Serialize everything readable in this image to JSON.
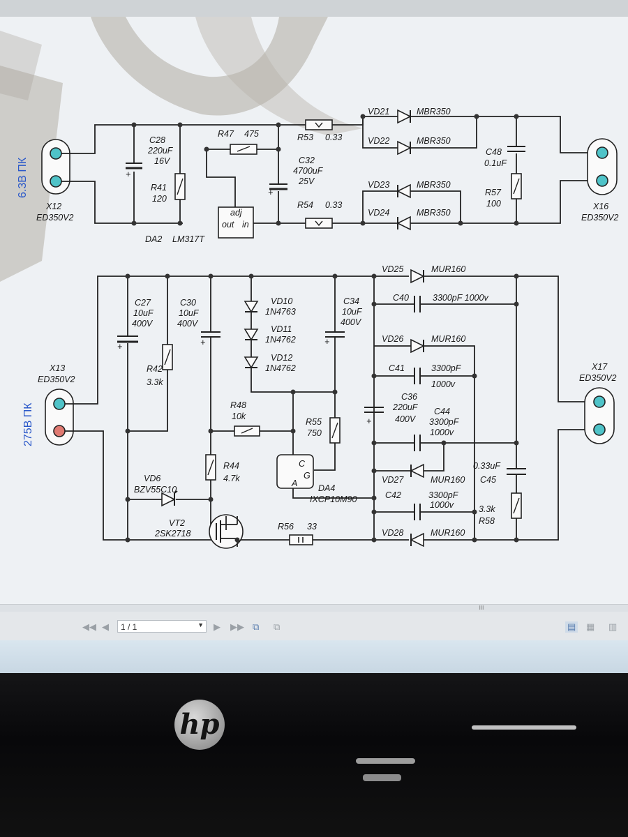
{
  "schematic": {
    "side_labels": {
      "upper": "6.3В ПК",
      "lower": "275В ПК"
    },
    "upper_section": {
      "connectors": [
        {
          "ref": "X12",
          "part": "ED350V2"
        },
        {
          "ref": "X16",
          "part": "ED350V2"
        }
      ],
      "capacitors": [
        {
          "ref": "C28",
          "lines": [
            "220uF",
            "16V"
          ]
        },
        {
          "ref": "C32",
          "lines": [
            "4700uF",
            "25V"
          ]
        },
        {
          "ref": "C48",
          "lines": [
            "0.1uF"
          ]
        }
      ],
      "resistors": [
        {
          "ref": "R41",
          "value": "120"
        },
        {
          "ref": "R47",
          "value": "475"
        },
        {
          "ref": "R53",
          "value": "0.33"
        },
        {
          "ref": "R54",
          "value": "0.33"
        },
        {
          "ref": "R57",
          "value": "100"
        }
      ],
      "diodes": [
        {
          "ref": "VD21",
          "part": "MBR350"
        },
        {
          "ref": "VD22",
          "part": "MBR350"
        },
        {
          "ref": "VD23",
          "part": "MBR350"
        },
        {
          "ref": "VD24",
          "part": "MBR350"
        }
      ],
      "regulator": {
        "ref": "DA2",
        "part": "LM317T",
        "pins": {
          "adj": "adj",
          "out": "out",
          "in": "in"
        }
      }
    },
    "lower_section": {
      "connectors": [
        {
          "ref": "X13",
          "part": "ED350V2"
        },
        {
          "ref": "X17",
          "part": "ED350V2"
        }
      ],
      "capacitors": [
        {
          "ref": "C27",
          "lines": [
            "10uF",
            "400V"
          ]
        },
        {
          "ref": "C30",
          "lines": [
            "10uF",
            "400V"
          ]
        },
        {
          "ref": "C34",
          "lines": [
            "10uF",
            "400V"
          ]
        },
        {
          "ref": "C36",
          "lines": [
            "220uF",
            "400V"
          ]
        },
        {
          "ref": "C40",
          "lines": [
            "3300pF 1000v"
          ]
        },
        {
          "ref": "C41",
          "lines": [
            "3300pF",
            "1000v"
          ]
        },
        {
          "ref": "C44",
          "lines": [
            "3300pF",
            "1000v"
          ]
        },
        {
          "ref": "C42",
          "lines": [
            "3300pF",
            "1000v"
          ]
        },
        {
          "ref": "C45",
          "lines": [
            "0.33uF"
          ]
        }
      ],
      "resistors": [
        {
          "ref": "R42",
          "value": "3.3k"
        },
        {
          "ref": "R44",
          "value": "4.7k"
        },
        {
          "ref": "R48",
          "value": "10k"
        },
        {
          "ref": "R55",
          "value": "750"
        },
        {
          "ref": "R56",
          "value": "33"
        },
        {
          "ref": "R58",
          "value": "3.3k"
        }
      ],
      "diodes": [
        {
          "ref": "VD10",
          "part": "1N4763"
        },
        {
          "ref": "VD11",
          "part": "1N4762"
        },
        {
          "ref": "VD12",
          "part": "1N4762"
        },
        {
          "ref": "VD6",
          "part": "BZV55C10"
        },
        {
          "ref": "VD25",
          "part": "MUR160"
        },
        {
          "ref": "VD26",
          "part": "MUR160"
        },
        {
          "ref": "VD27",
          "part": "MUR160"
        },
        {
          "ref": "VD28",
          "part": "MUR160"
        }
      ],
      "transistor": {
        "ref": "VT2",
        "part": "2SK2718"
      },
      "thyristor": {
        "ref": "DA4",
        "part": "IXCP10M90",
        "pins": [
          "A",
          "C",
          "G"
        ]
      }
    }
  },
  "viewer": {
    "page_indicator": "1 / 1",
    "scroll_grip": "III"
  },
  "bezel": {
    "logo": "hp"
  },
  "colors": {
    "terminal_fill": "#4fc3c8",
    "terminal_red": "#e07a72",
    "side_label": "#2a58c9",
    "watermark": "#a8a39a"
  }
}
